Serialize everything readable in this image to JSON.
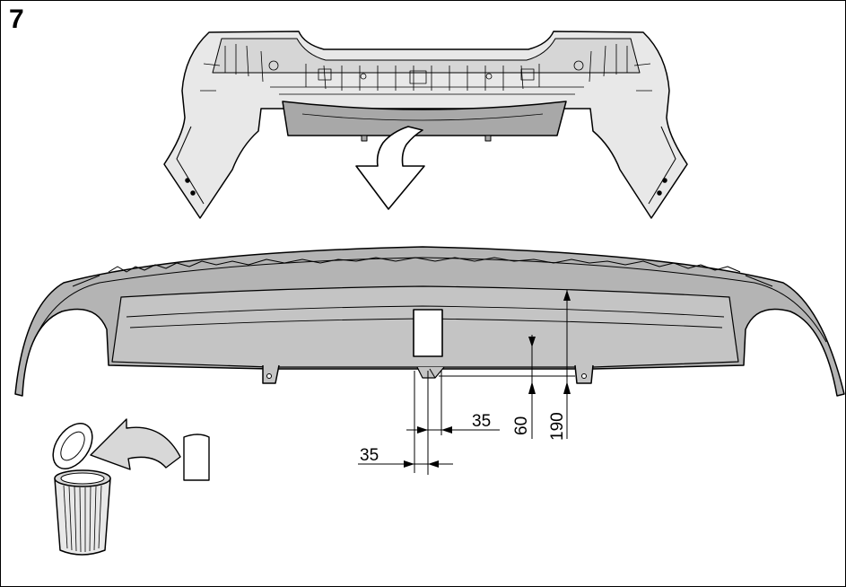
{
  "step_number": "7",
  "dimensions": {
    "cutout_height": "60",
    "cutout_offset_from_top": "190",
    "cutout_width": "35",
    "cutout_offset_from_edge": "35"
  },
  "colors": {
    "line": "#000000",
    "fill_dark": "#a8a8a8",
    "fill_mid": "#c4c4c4",
    "fill_light": "#e8e8e8",
    "background": "#ffffff"
  }
}
